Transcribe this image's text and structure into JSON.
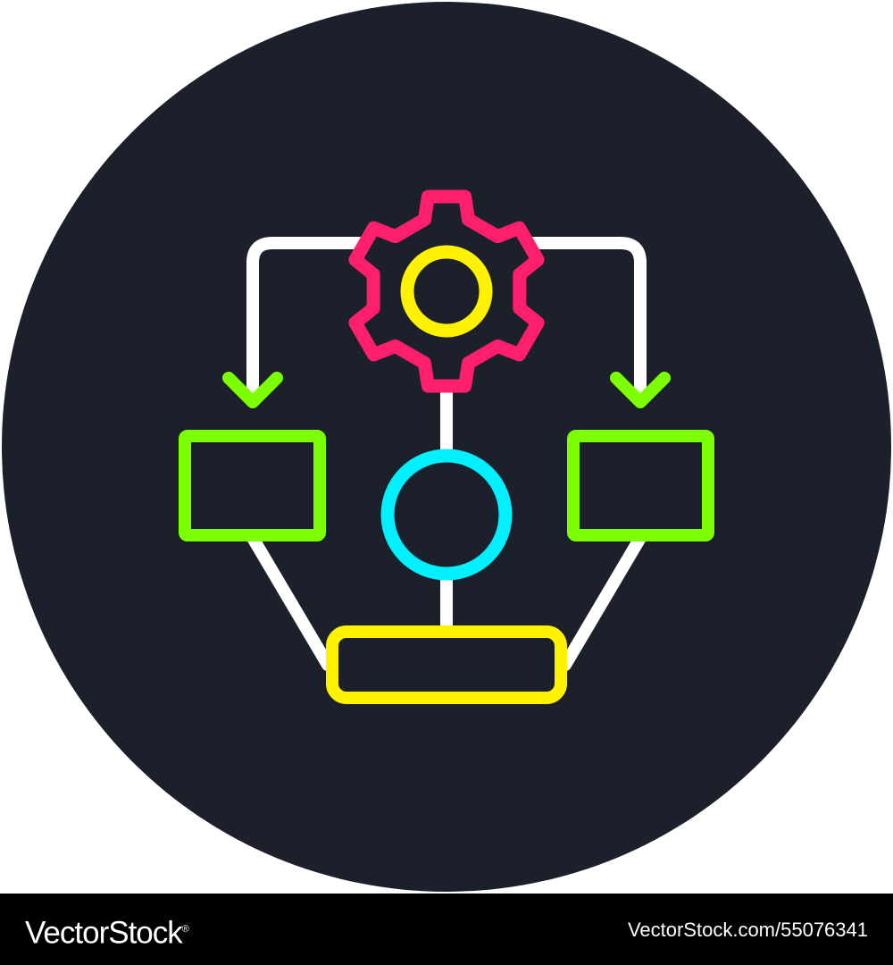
{
  "footer": {
    "brand": "VectorStock",
    "brand_registered_mark": "®",
    "image_id": "VectorStock.com/55076341"
  },
  "colors": {
    "page_background": "#ffffff",
    "badge_background": "#1c202b",
    "connector": "#ffffff",
    "gear": "#ff1f6d",
    "gear_hub": "#fff200",
    "side_box": "#7cff00",
    "center_node": "#00f0ff",
    "bottom_box": "#fff200",
    "footer_background": "#000000",
    "footer_text": "#ffffff"
  },
  "icon": {
    "name": "workflow-process-icon",
    "parts": [
      "gear-icon",
      "arrow-down-icon",
      "rectangle",
      "circle",
      "rounded-rectangle"
    ]
  }
}
